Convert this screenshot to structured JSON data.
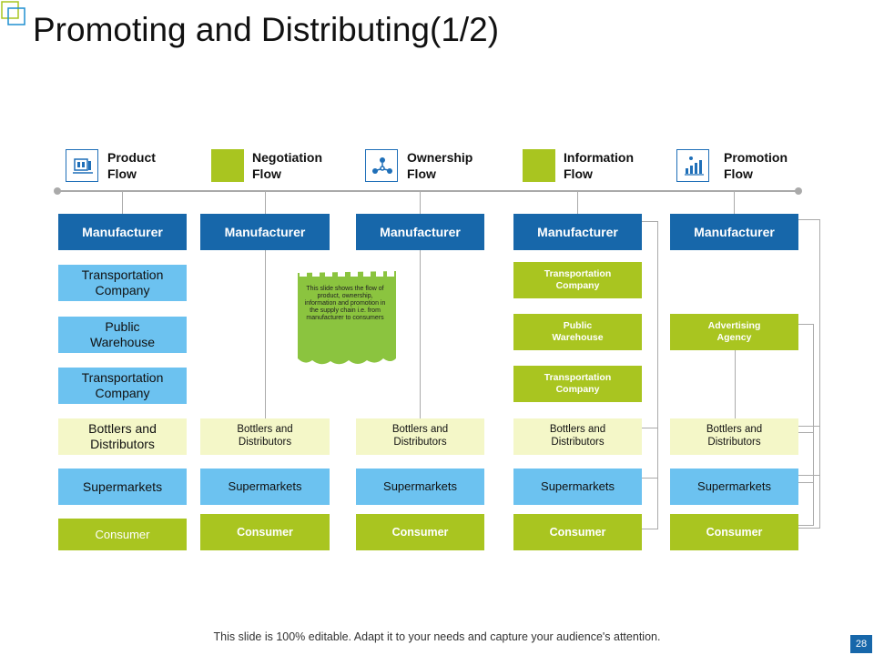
{
  "slide": {
    "title": "Promoting and Distributing(1/2)",
    "footer": "This slide is 100% editable. Adapt it to your needs and capture your audience's attention.",
    "page_number": "28"
  },
  "flows": [
    {
      "label": "Product\nFlow",
      "icon": "product-icon"
    },
    {
      "label": "Negotiation\nFlow",
      "icon": "negotiation-icon"
    },
    {
      "label": "Ownership\nFlow",
      "icon": "ownership-icon"
    },
    {
      "label": "Information\nFlow",
      "icon": "information-icon"
    },
    {
      "label": "Promotion\nFlow",
      "icon": "promotion-icon"
    }
  ],
  "product_flow": {
    "manufacturer": "Manufacturer",
    "transport1": "Transportation Company",
    "warehouse": "Public Warehouse",
    "transport2": "Transportation Company",
    "bottlers": "Bottlers and Distributors",
    "supermarkets": "Supermarkets",
    "consumer": "Consumer"
  },
  "negotiation_flow": {
    "manufacturer": "Manufacturer",
    "bottlers": "Bottlers and Distributors",
    "supermarkets": "Supermarkets",
    "consumer": "Consumer"
  },
  "ownership_flow": {
    "manufacturer": "Manufacturer",
    "bottlers": "Bottlers and Distributors",
    "supermarkets": "Supermarkets",
    "consumer": "Consumer"
  },
  "information_flow": {
    "manufacturer": "Manufacturer",
    "transport1": "Transportation Company",
    "warehouse": "Public Warehouse",
    "transport2": "Transportation Company",
    "bottlers": "Bottlers and Distributors",
    "supermarkets": "Supermarkets",
    "consumer": "Consumer"
  },
  "promotion_flow": {
    "manufacturer": "Manufacturer",
    "agency": "Advertising Agency",
    "bottlers": "Bottlers and Distributors",
    "supermarkets": "Supermarkets",
    "consumer": "Consumer"
  },
  "note": "This slide shows the flow of product, ownership, information and promotion in the supply chain i.e. from manufacturer to consumers",
  "colors": {
    "manufacturer": "#1767aa",
    "light_blue": "#6cc2f0",
    "pale_yellow": "#f4f7c8",
    "green": "#a9c520"
  }
}
